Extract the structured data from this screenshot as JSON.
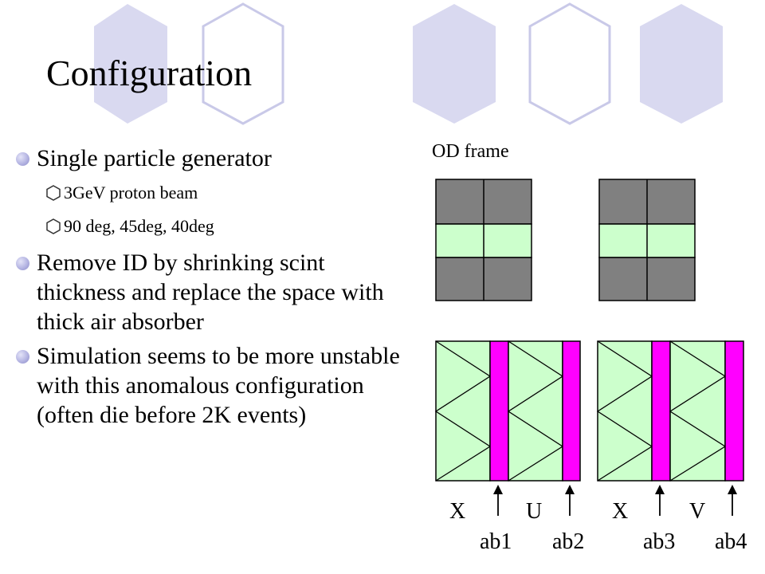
{
  "slide": {
    "title": "Configuration"
  },
  "bullets": [
    {
      "text": "Single particle generator",
      "sub": [
        "3GeV proton beam",
        "90 deg, 45deg, 40deg"
      ]
    },
    {
      "text": "Remove ID by shrinking scint thickness and replace the space with thick air absorber"
    },
    {
      "text": "Simulation seems to be more unstable with this anomalous configuration (often die before 2K events)"
    }
  ],
  "diagram": {
    "od_label": "OD frame",
    "plane_labels": [
      "X",
      "U",
      "X",
      "V"
    ],
    "absorber_labels": [
      "ab1",
      "ab2",
      "ab3",
      "ab4"
    ]
  },
  "colors": {
    "hexagon_fill": "#d9d9f0",
    "hexagon_stroke": "#c9c9e8",
    "frame_dark": "#808080",
    "frame_light": "#ccffcc",
    "absorber": "#ff00ff"
  }
}
